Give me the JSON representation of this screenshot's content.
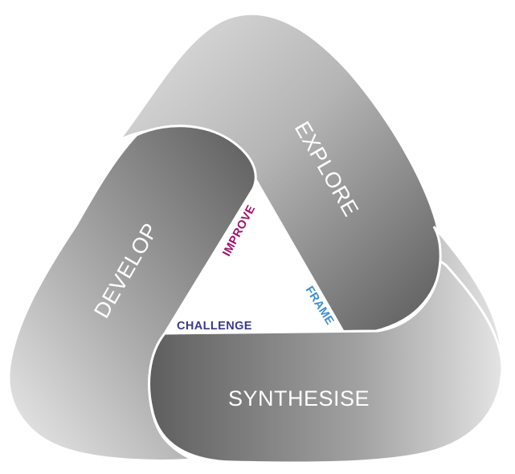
{
  "stages": {
    "explore": "EXPLORE",
    "develop": "DEVELOP",
    "synthesise": "SYNTHESISE"
  },
  "transitions": {
    "improve": {
      "label": "IMPROVE",
      "color": "#a0106a"
    },
    "frame": {
      "label": "FRAME",
      "color": "#3d8fd0"
    },
    "challenge": {
      "label": "CHALLENGE",
      "color": "#3a3a8c"
    }
  }
}
